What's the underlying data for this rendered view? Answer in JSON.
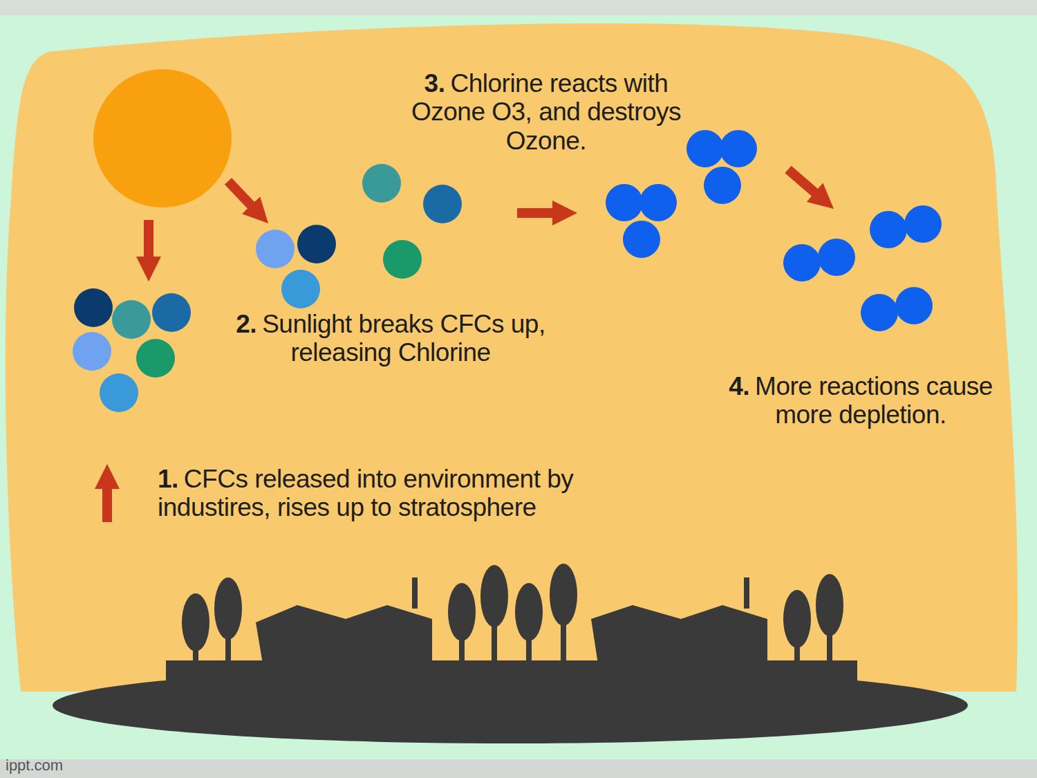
{
  "diagram": {
    "labels": [
      "3.",
      "Chlorine reacts with Ozone O3, and destroys Ozone.",
      "2.",
      "Sunlight breaks CFCs up, releasing Chlorine",
      "4.",
      "More reactions cause more depletion.",
      "1.",
      "CFCs released into environment by industires, rises up to stratosphere",
      "ippt.com"
    ]
  }
}
